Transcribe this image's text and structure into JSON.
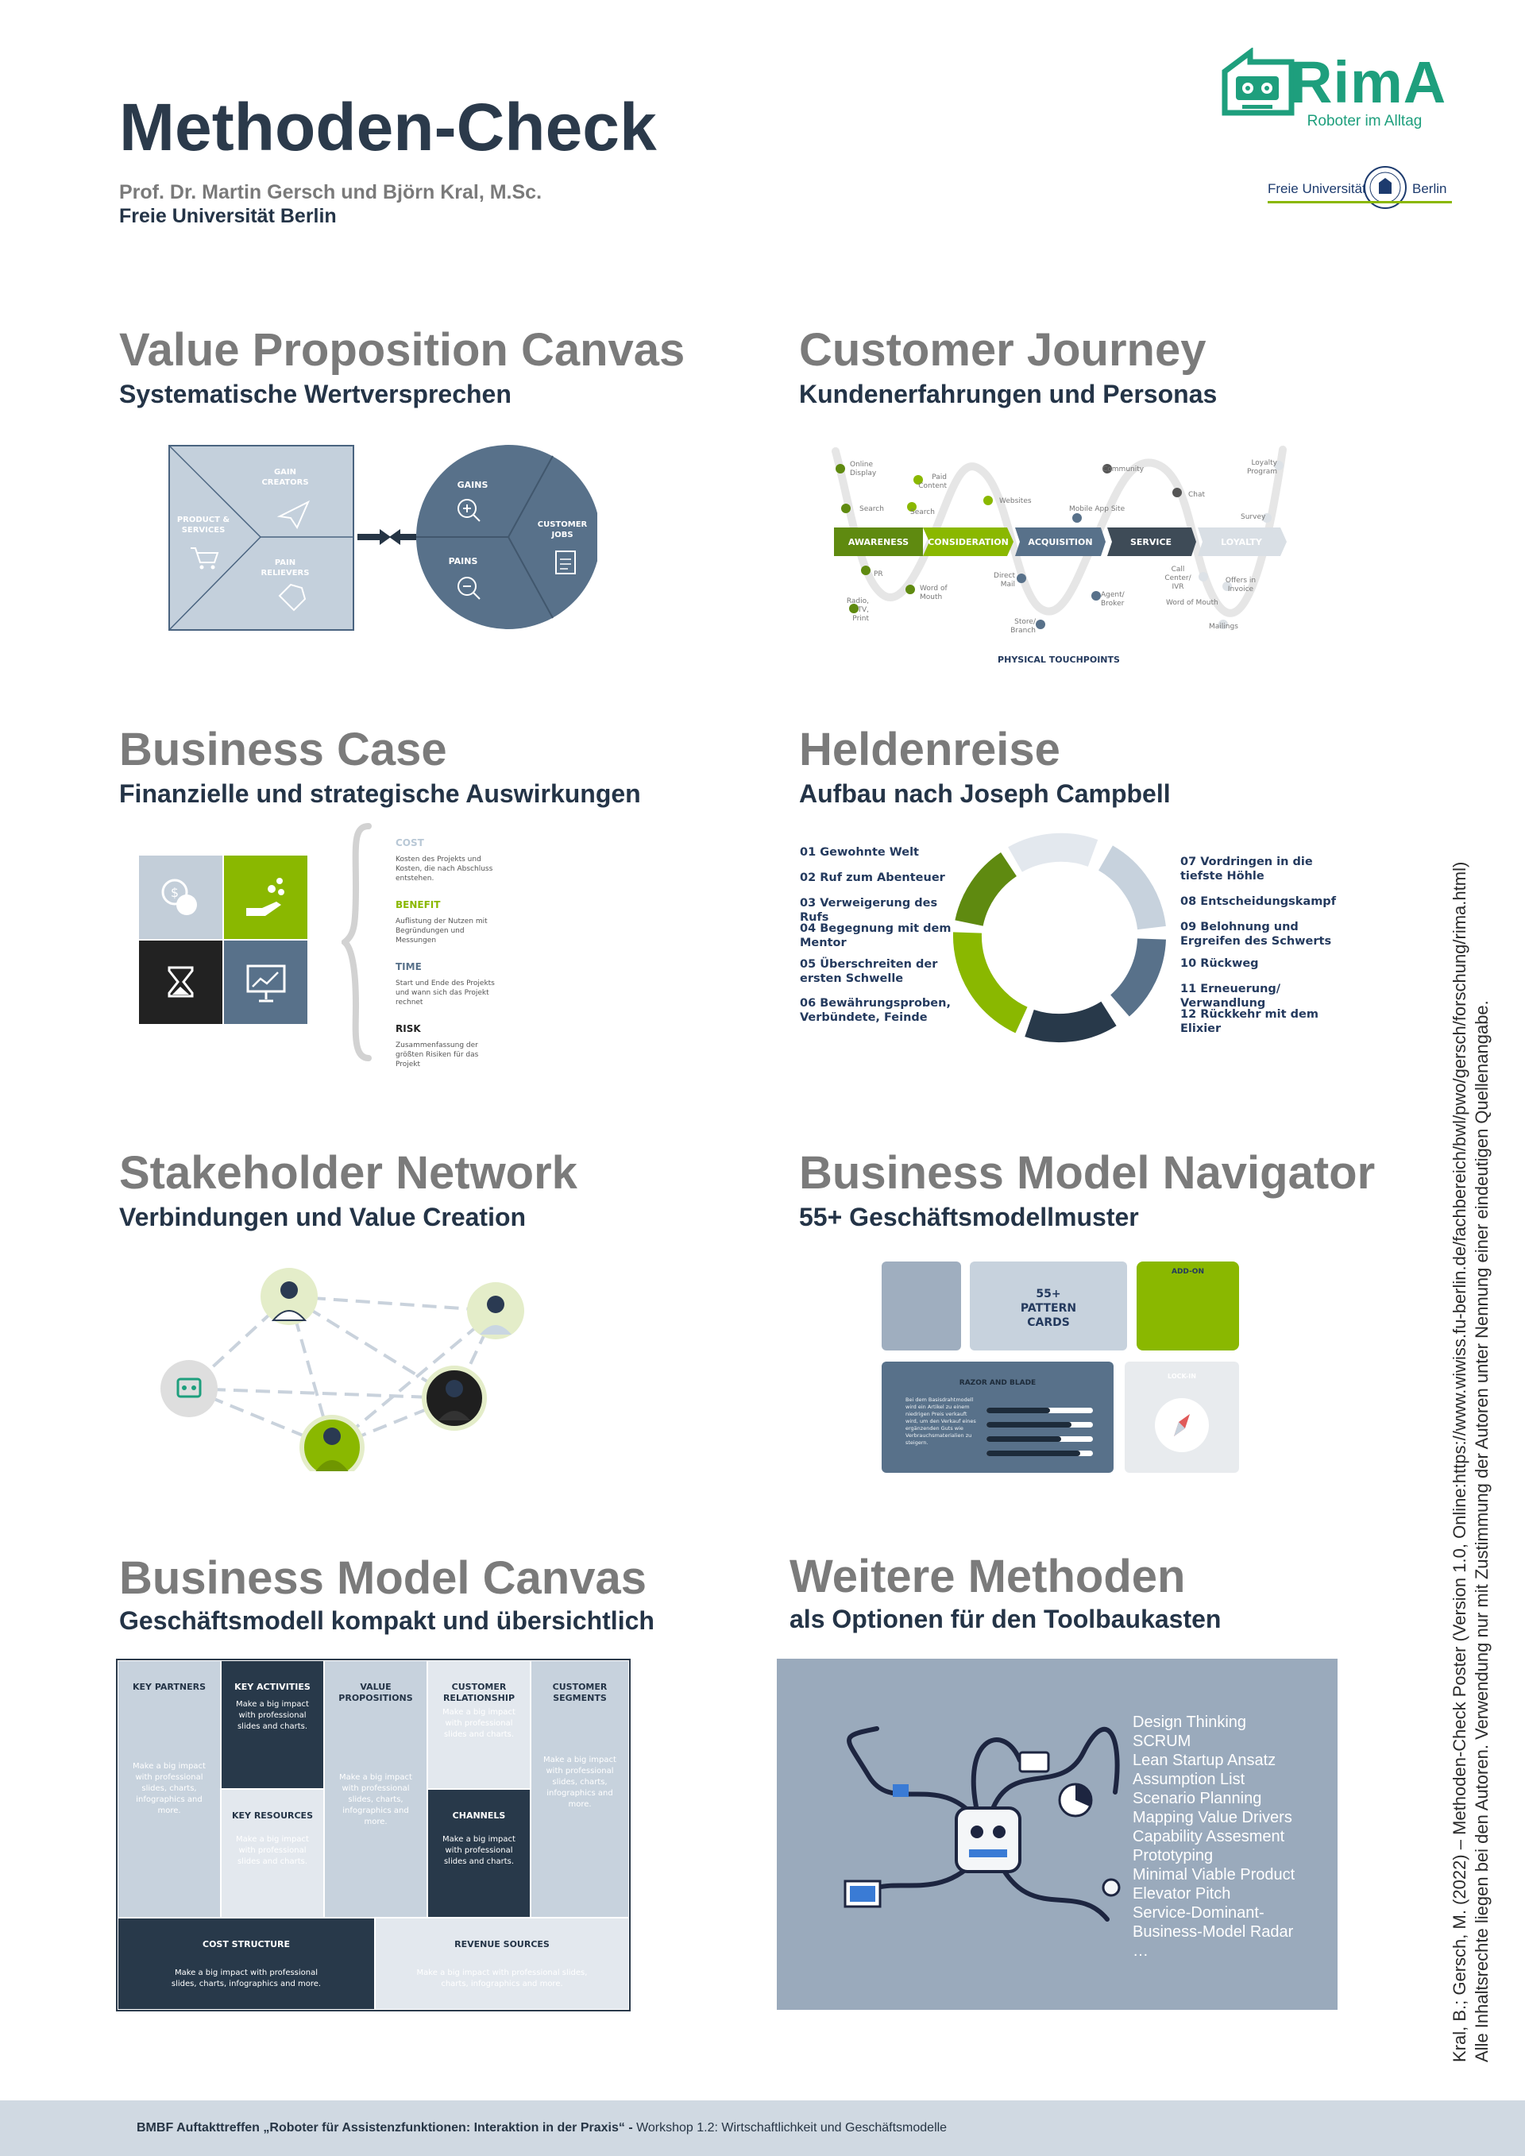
{
  "header": {
    "title": "Methoden-Check",
    "authors": "Prof. Dr. Martin Gersch und Björn Kral, M.Sc.",
    "institution": "Freie Universität Berlin"
  },
  "logos": {
    "rima_name": "RimA",
    "rima_tagline": "Roboter im Alltag",
    "fu_left": "Freie Universität",
    "fu_right": "Berlin"
  },
  "colors": {
    "teal": "#1e9f7d",
    "green": "#8ab800",
    "dark_green": "#5f8a10",
    "slate": "#58718a",
    "light_slate": "#c7d2dd",
    "navy": "#28394a",
    "grey_title": "#7b7b7b"
  },
  "sections": {
    "vpc": {
      "title": "Value Proposition Canvas",
      "subtitle": "Systematische Wertversprechen",
      "gain_creators": "GAIN CREATORS",
      "products": "PRODUCT & SERVICES",
      "pain_relievers": "PAIN RELIEVERS",
      "gains": "GAINS",
      "pains": "PAINS",
      "customer_jobs": "CUSTOMER JOBS"
    },
    "cj": {
      "title": "Customer Journey",
      "subtitle": "Kundenerfahrungen und Personas",
      "stages": [
        "AWARENESS",
        "CONSIDERATION",
        "ACQUISITION",
        "SERVICE",
        "LOYALTY"
      ],
      "physical": "PHYSICAL TOUCHPOINTS",
      "touchpoints": {
        "online_display": "Online Display",
        "search1": "Search",
        "paid_content": "Paid Content",
        "search2": "Search",
        "websites": "Websites",
        "mobile_app": "Mobile App Site",
        "community": "Community",
        "chat": "Chat",
        "loyalty_program": "Loyalty Program",
        "survey": "Survey",
        "pr": "PR",
        "radio": "Radio, TV, Print",
        "word1": "Word of Mouth",
        "direct_mail": "Direct Mail",
        "store": "Store/ Branch",
        "agent": "Agent/ Broker",
        "call_center": "Call Center/ IVR",
        "offers": "Offers in Invoice",
        "word2": "Word of Mouth",
        "mailings": "Mailings"
      }
    },
    "bc": {
      "title": "Business Case",
      "subtitle": "Finanzielle und strategische Auswirkungen",
      "items": [
        {
          "head": "COST",
          "text": "Kosten des Projekts und Kosten, die nach Abschluss entstehen."
        },
        {
          "head": "BENEFIT",
          "text": "Auflistung der Nutzen mit Begründungen und Messungen"
        },
        {
          "head": "TIME",
          "text": "Start und Ende des Projekts und wann sich das Projekt rechnet"
        },
        {
          "head": "RISK",
          "text": "Zusammenfassung der größten Risiken für das Projekt"
        }
      ]
    },
    "hr": {
      "title": "Heldenreise",
      "subtitle": "Aufbau nach Joseph Campbell",
      "left": [
        "01 Gewohnte Welt",
        "02 Ruf zum Abenteuer",
        "03 Verweigerung des Rufs",
        "04 Begegnung mit dem Mentor",
        "05 Überschreiten der ersten Schwelle",
        "06 Bewährungsproben, Verbündete, Feinde"
      ],
      "right": [
        "07 Vordringen in die tiefste Höhle",
        "08 Entscheidungskampf",
        "09 Belohnung und Ergreifen des Schwerts",
        "10 Rückweg",
        "11 Erneuerung/ Verwandlung",
        "12 Rückkehr mit dem Elixier"
      ]
    },
    "sn": {
      "title": "Stakeholder Network",
      "subtitle": "Verbindungen und Value Creation"
    },
    "bmn": {
      "title": "Business Model Navigator",
      "subtitle": "55+ Geschäftsmodellmuster",
      "pattern_cards": "55+ PATTERN CARDS",
      "add_on": "ADD-ON",
      "razor": "RAZOR AND BLADE",
      "razor_text": "Bei dem Basisdrahtmodell wird ein Artikel zu einem niedrigen Preis verkauft wird, um den Verkauf eines ergänzenden Guts wie Verbrauchsmaterialien zu steigern.",
      "lock_in": "LOCK-IN"
    },
    "bmcv": {
      "title": "Business Model Canvas",
      "subtitle": "Geschäftsmodell kompakt und übersichtlich",
      "key_partners": "KEY PARTNERS",
      "key_activities": "KEY ACTIVITIES",
      "key_resources": "KEY RESOURCES",
      "value_propositions": "VALUE PROPOSITIONS",
      "customer_relationship": "CUSTOMER RELATIONSHIP",
      "channels": "CHANNELS",
      "customer_segments": "CUSTOMER SEGMENTS",
      "cost_structure": "COST STRUCTURE",
      "revenue_sources": "REVENUE SOURCES",
      "filler": "Make a big impact with professional slides, charts, infographics and more.",
      "filler_short": "Make a big impact with professional slides and charts.",
      "filler_wide": "Make a big impact with professional slides, charts, infographics and more."
    },
    "wm": {
      "title": "Weitere Methoden",
      "subtitle": "als Optionen für den Toolbaukasten",
      "items": [
        "Design Thinking",
        "SCRUM",
        "Lean Startup Ansatz",
        "Assumption List",
        "Scenario Planning",
        "Mapping Value Drivers",
        "Capability Assesment",
        "Prototyping",
        "Minimal Viable Product",
        "Elevator Pitch",
        "Service-Dominant-",
        "Business-Model Radar",
        "…"
      ]
    }
  },
  "side_note": {
    "line1": "Kral, B.; Gersch, M. (2022) – Methoden-Check Poster (Version 1.0, Online:https://www.wiwiss.fu-berlin.de/fachbereich/bwl/pwo/gersch/forschung/rima.html)",
    "line2": "Alle Inhaltsrechte liegen bei den Autoren. Verwendung nur mit Zustimmung der Autoren unter Nennung einer eindeutigen Quellenangabe."
  },
  "footer": {
    "bold": "BMBF Auftakttreffen „Roboter für Assistenzfunktionen: Interaktion in der Praxis“ -",
    "normal": " Workshop 1.2: Wirtschaftlichkeit und Geschäftsmodelle"
  }
}
